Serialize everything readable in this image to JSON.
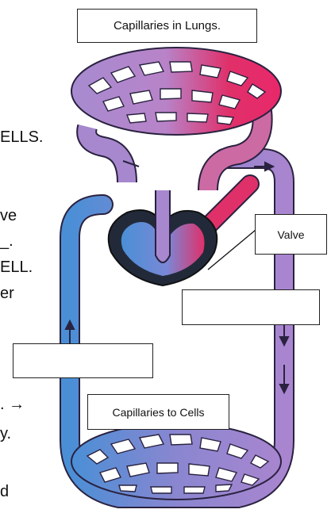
{
  "labels": {
    "lungs": "Capillaries in Lungs.",
    "valve": "Valve",
    "cells": "Capillaries to Cells",
    "blank_right": "",
    "blank_left": ""
  },
  "text_fragments": [
    "ELLS.",
    "ve",
    "_.",
    "ELL.",
    "er",
    ". →",
    "y.",
    "d"
  ],
  "colors": {
    "oxygenated": "#e0306a",
    "deoxygenated": "#4a8fd6",
    "mixed": "#a888cc",
    "heart_dark": "#222a3a",
    "outline": "#2a2240"
  }
}
